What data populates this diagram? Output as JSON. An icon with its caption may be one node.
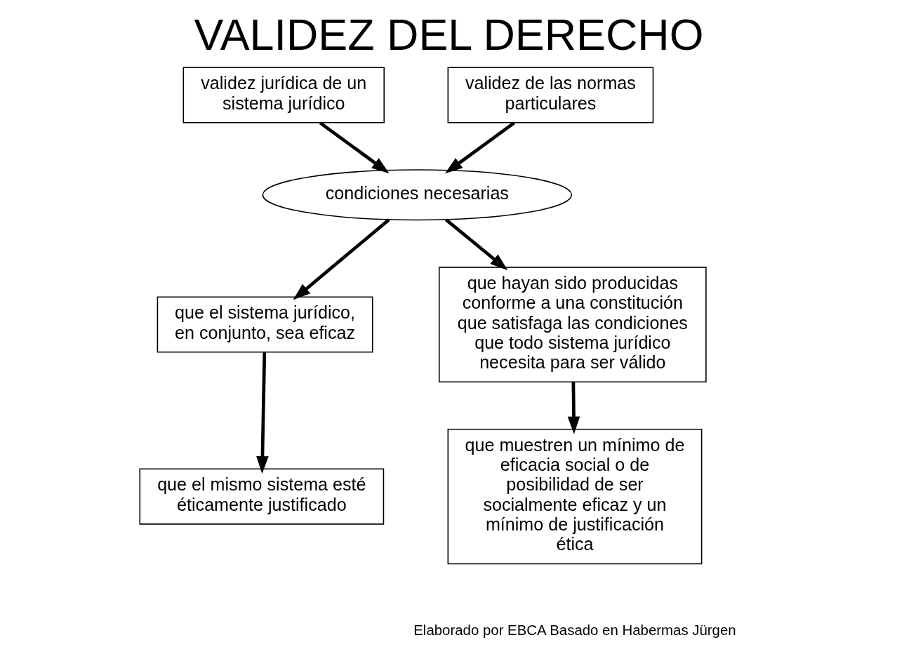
{
  "diagram": {
    "title": "VALIDEZ DEL DERECHO",
    "nodes": [
      {
        "text": [
          "validez jurídica de un sistema jurídico"
        ]
      },
      {
        "text": [
          "validez de las normas particulares"
        ]
      },
      {
        "text": [
          "condiciones necesarias"
        ]
      },
      {
        "text": [
          "que el sistema jurídico, en conjunto, sea eficaz"
        ]
      },
      {
        "text": [
          "que hayan sido producidas conforme a una constitución que satisfaga las condiciones que todo sistema jurídico necesita para ser válido"
        ]
      },
      {
        "text": [
          "que el mismo sistema esté éticamente justificado"
        ]
      },
      {
        "text": [
          "que muestren un mínimo de eficacia social o de posibilidad de ser socialmente eficaz y un mínimo de justificación ética"
        ]
      }
    ],
    "edges": [
      {
        "from": 0,
        "to": 2,
        "arrow": "to"
      },
      {
        "from": 1,
        "to": 2,
        "arrow": "to"
      },
      {
        "from": 2,
        "to": 3,
        "arrow": "to"
      },
      {
        "from": 2,
        "to": 4,
        "arrow": "to"
      },
      {
        "from": 3,
        "to": 5,
        "arrow": "to"
      },
      {
        "from": 4,
        "to": 6,
        "arrow": "to"
      }
    ],
    "labels": [
      "Elaborado por EBCA Basado en Habermas Jürgen"
    ]
  }
}
